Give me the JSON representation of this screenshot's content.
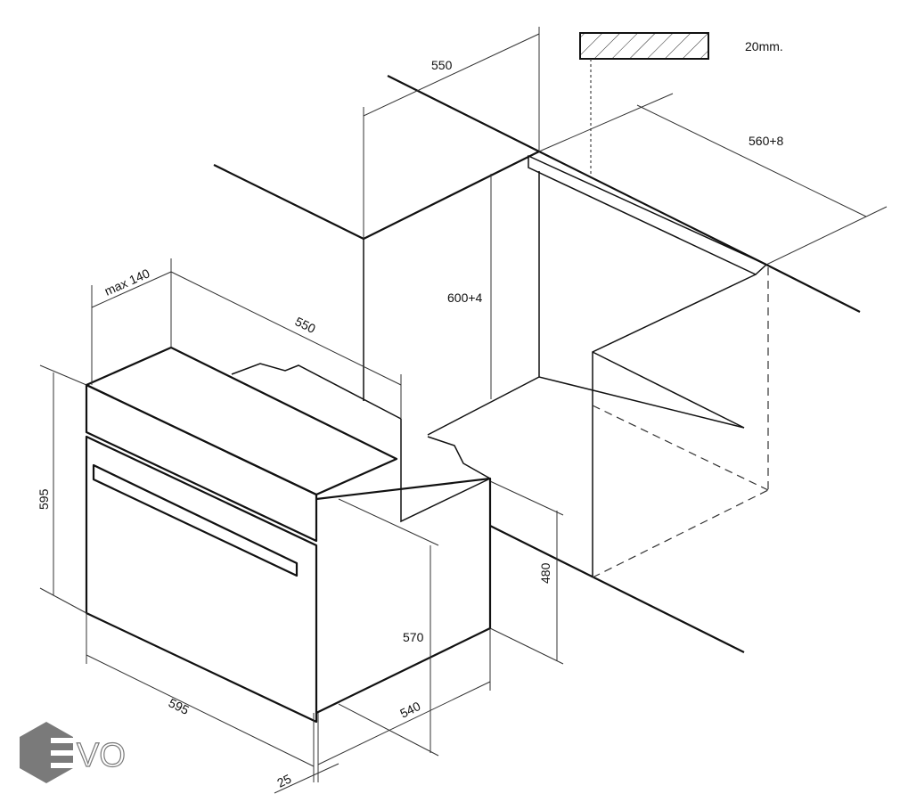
{
  "diagram": {
    "labels": {
      "cabinet_depth": "550",
      "countertop_thickness": "20mm.",
      "niche_width": "560+8",
      "niche_height": "600+4",
      "max_depth_gap": "max 140",
      "oven_depth": "550",
      "oven_height": "595",
      "oven_width": "595",
      "body_height": "570",
      "body_depth": "540",
      "base_height": "480",
      "front_thickness": "25"
    },
    "logo": {
      "text": "EVO",
      "color": "#7a7a7a"
    }
  }
}
